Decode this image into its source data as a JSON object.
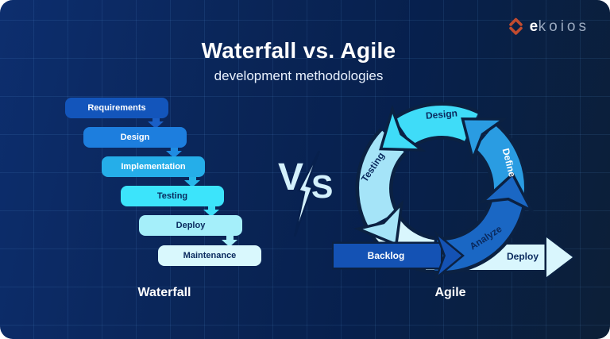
{
  "logo": {
    "brand_first_letter": "e",
    "brand_rest": "koios"
  },
  "header": {
    "title": "Waterfall vs. Agile",
    "subtitle": "development methodologies"
  },
  "versus": {
    "v": "V",
    "s": "S"
  },
  "waterfall": {
    "caption": "Waterfall",
    "steps": [
      {
        "label": "Requirements"
      },
      {
        "label": "Design"
      },
      {
        "label": "Implementation"
      },
      {
        "label": "Testing"
      },
      {
        "label": "Deploy"
      },
      {
        "label": "Maintenance"
      }
    ]
  },
  "agile": {
    "caption": "Agile",
    "arcs": [
      {
        "label": "Design"
      },
      {
        "label": "Define"
      },
      {
        "label": "Analyze"
      },
      {
        "label": "Testing"
      }
    ],
    "backlog_label": "Backlog",
    "deploy_label": "Deploy"
  },
  "colors": {
    "background_left": "#0d2e6e",
    "background_right": "#0c1f37",
    "waterfall_steps": [
      "#1355bb",
      "#1d7ede",
      "#25aee9",
      "#3ce4fb",
      "#a5effa",
      "#d9f8fd"
    ],
    "agile_design_arc": "#3fdcf8",
    "agile_define_arc": "#2a9ce2",
    "agile_analyze_arc": "#1a67c4",
    "agile_testing_arc": "#a5e4f8",
    "agile_connector_arc": "#d9f6fd",
    "backlog_arrow": "#1452b4",
    "deploy_arrow": "#d9f6fd",
    "dark_outline": "#0b2142",
    "logo_accent": "#c14b2f",
    "versus_text": "#d4f1fc"
  }
}
